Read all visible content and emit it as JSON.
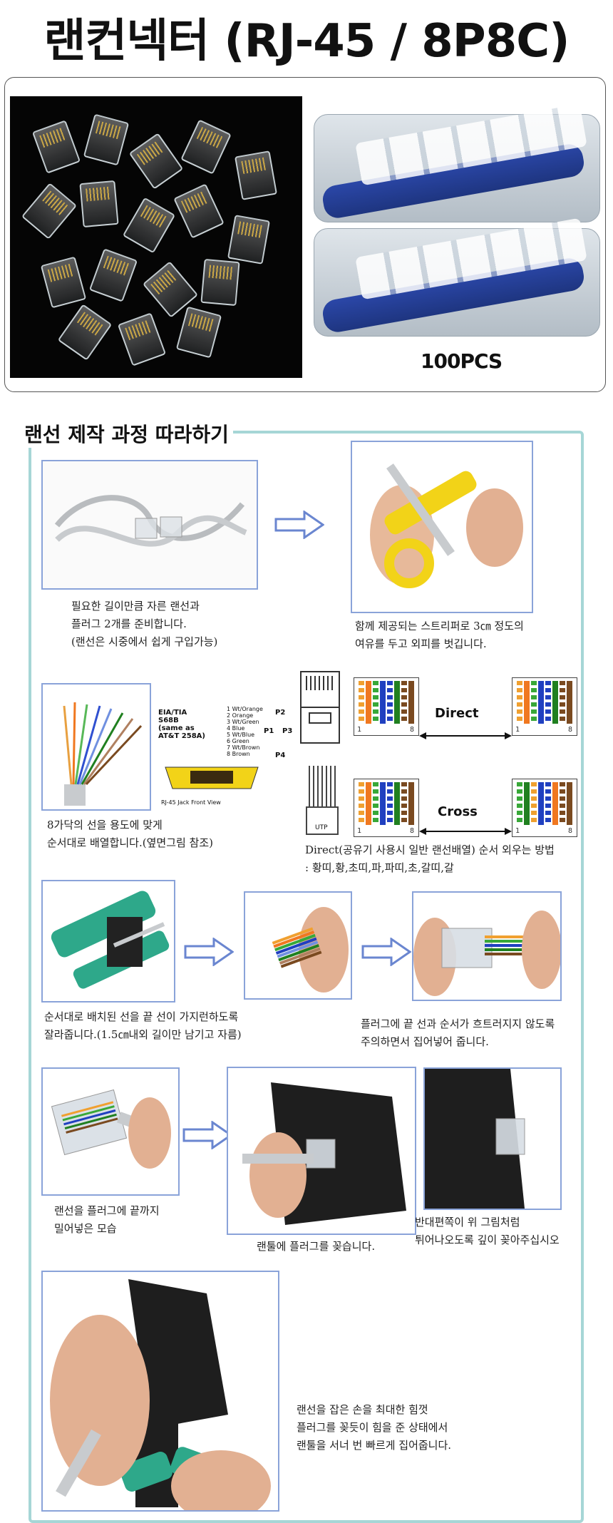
{
  "title": "랜컨넥터 (RJ-45 / 8P8C)",
  "package_label": "100PCS",
  "guide": {
    "heading": "랜선 제작 과정 따라하기",
    "steps": [
      {
        "caption": "필요한 길이만큼 자른 랜선과\n플러그 2개를 준비합니다.\n(랜선은 시중에서 쉽게 구입가능)"
      },
      {
        "caption": "함께 제공되는 스트리퍼로 3㎝ 정도의\n여유를 두고 외피를 벗깁니다."
      },
      {
        "caption": "8가닥의 선을 용도에 맞게\n순서대로 배열합니다.(옆면그림 참조)"
      },
      {
        "caption": "Direct(공유기 사용시 일반 랜선배열) 순서 외우는 방법\n: 황띠,황,초띠,파,파띠,초,갈띠,갈"
      },
      {
        "caption": "순서대로 배치된 선을 끝 선이 가지런하도록\n잘라줍니다.(1.5㎝내외 길이만 남기고 자름)"
      },
      {
        "caption": "플러그에 끝 선과 순서가 흐트러지지 않도록\n주의하면서 집어넣어 줍니다."
      },
      {
        "caption": "랜선을 플러그에 끝까지\n밀어넣은 모습"
      },
      {
        "caption": "랜툴에 플러그를 꽂습니다."
      },
      {
        "caption": "반대편쪽이 위 그림처럼\n튀어나오도록 깊이 꽂아주십시오"
      },
      {
        "caption": "랜선을 잡은 손을 최대한 힘껏\n플러그를 꽂듯이 힘을 준 상태에서\n랜툴을 서너 번 빠르게 집어줍니다."
      }
    ]
  },
  "wiring": {
    "standard_title": "EIA/TIA\nS68B\n(same as\nAT&T 258A)",
    "pins": "1 Wt/Orange\n2 Orange\n3 Wt/Green\n4 Blue\n5 Wt/Blue\n6 Green\n7 Wt/Brown\n8 Brown",
    "pairs": [
      "P2",
      "P1",
      "P3",
      "P4"
    ],
    "jack_label": "RJ-45 Jack Front View",
    "utp_label": "UTP",
    "direct_label": "Direct",
    "cross_label": "Cross",
    "pin_start": "1",
    "pin_end": "8"
  },
  "colors": {
    "frame": "#a6d6d6",
    "photo_border": "#8aa3d9",
    "arrow": "#6a86d0"
  }
}
